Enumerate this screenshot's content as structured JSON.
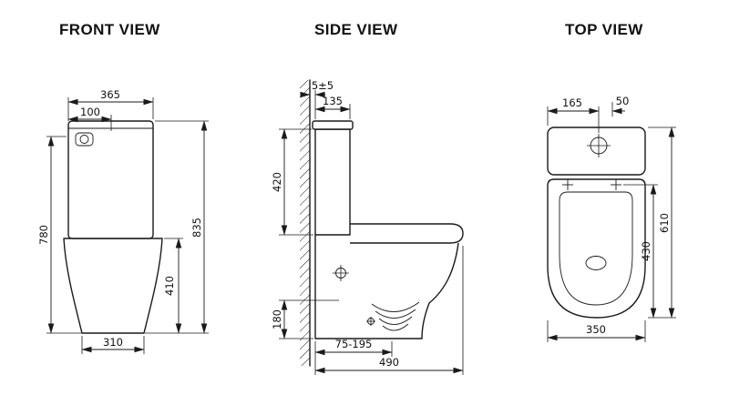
{
  "meta": {
    "background": "#ffffff",
    "line_color": "#1a1a1a",
    "units_note": ""
  },
  "views": {
    "front": {
      "title": "FRONT VIEW",
      "dims": {
        "tank_width": "365",
        "button_offset": "100",
        "body_height": "780",
        "total_height": "835",
        "bowl_height": "410",
        "base_width": "310"
      }
    },
    "side": {
      "title": "SIDE VIEW",
      "dims": {
        "wall_gap": "5±5",
        "tank_depth": "135",
        "tank_height": "420",
        "outlet_height": "180",
        "outlet_range": "75-195",
        "total_depth": "490"
      }
    },
    "top": {
      "title": "TOP VIEW",
      "dims": {
        "button_offset": "165",
        "button_spacing": "50",
        "total_length": "610",
        "bowl_length": "430",
        "bowl_width": "350"
      }
    }
  }
}
